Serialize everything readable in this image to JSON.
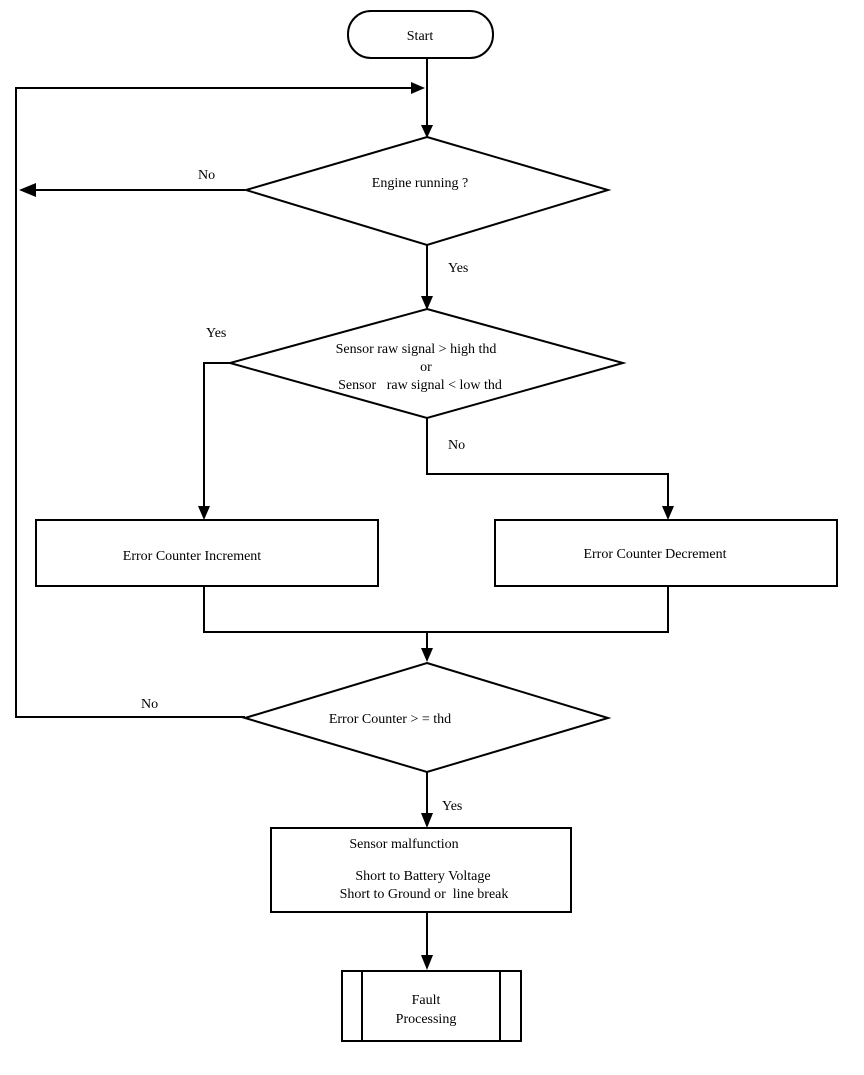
{
  "start": {
    "label": "Start"
  },
  "decision_engine": {
    "label": "Engine running ?",
    "no_label": "No",
    "yes_label": "Yes"
  },
  "decision_sensor": {
    "line1": "Sensor raw signal > high thd",
    "line2": "or",
    "line3": "Sensor   raw signal < low thd",
    "yes_label": "Yes",
    "no_label": "No"
  },
  "process_increment": {
    "label": "Error Counter Increment"
  },
  "process_decrement": {
    "label": "Error Counter Decrement"
  },
  "decision_counter": {
    "label": "Error Counter > = thd",
    "no_label": "No",
    "yes_label": "Yes"
  },
  "process_malfunction": {
    "line1": "Sensor malfunction",
    "line2": "Short to Battery Voltage",
    "line3": "Short to Ground or  line break"
  },
  "subprocess_fault": {
    "line1": "Fault",
    "line2": "Processing"
  }
}
